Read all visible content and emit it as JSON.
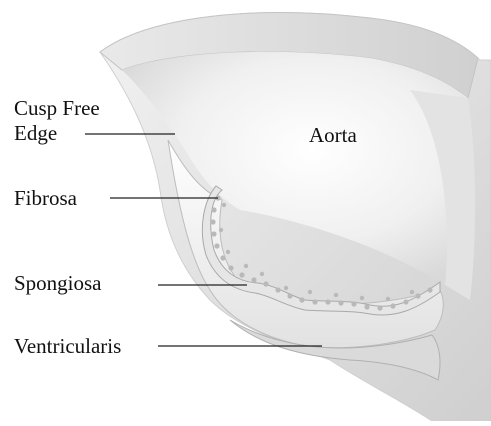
{
  "labels": {
    "cusp_line1": "Cusp Free",
    "cusp_line2": "Edge",
    "aorta": "Aorta",
    "fibrosa": "Fibrosa",
    "spongiosa": "Spongiosa",
    "ventricularis": "Ventricularis"
  },
  "colors": {
    "wall_band": "#d6d6d6",
    "aorta_surface": "#ececec",
    "leaflet": "#f3f3f3",
    "fibrosa_dots": "#b9b9b9",
    "leader_line": "#222222",
    "text": "#111111"
  }
}
